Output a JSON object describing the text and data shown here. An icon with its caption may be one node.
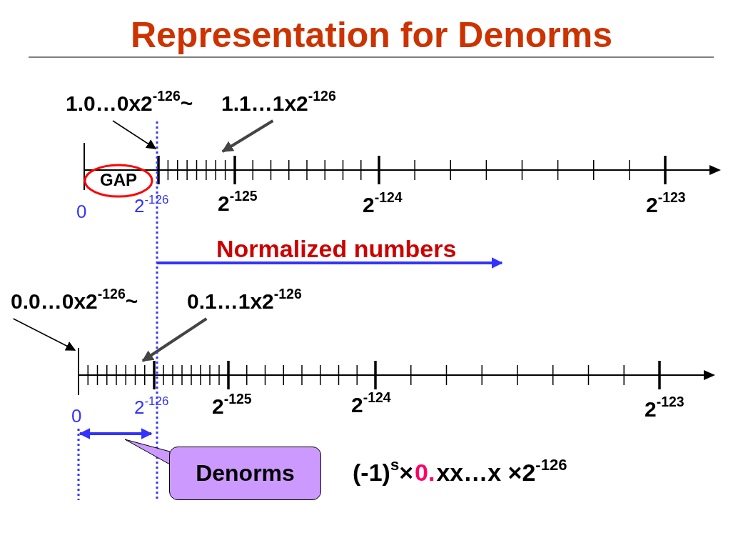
{
  "diagram": {
    "title": "Representation for Denorms",
    "nodes": [
      {
        "text": [
          "1.0…0x2$^{-126}$~"
        ]
      },
      {
        "text": [
          "1.1…1x2$^{-126}$"
        ]
      },
      {
        "text": [
          "GAP"
        ]
      },
      {
        "text": [
          "0.0…0x2$^{-126}$~"
        ]
      },
      {
        "text": [
          "0.1…1x2$^{-126}$"
        ]
      },
      {
        "text": [
          "Denorms"
        ]
      }
    ],
    "edges": [
      {
        "from": 0,
        "to": null,
        "arrow": "to"
      },
      {
        "from": 1,
        "to": null,
        "arrow": "to",
        "style": "thick",
        "color": "#444444"
      },
      {
        "from": 3,
        "to": null,
        "arrow": "to"
      },
      {
        "from": 4,
        "to": null,
        "arrow": "to",
        "style": "thick",
        "color": "#444444"
      },
      {
        "from": 5,
        "to": null,
        "arrow": "to"
      }
    ],
    "labels": [
      "0",
      "2$^{-126}$",
      "2$^{-125}$",
      "2$^{-124}$",
      "2$^{-123}$",
      "Normalized numbers",
      "0",
      "2$^{-126}$",
      "2$^{-125}$",
      "2$^{-124}$",
      "2$^{-123}$",
      "(-1)$^{s}$×",
      "0.",
      "xx…x ×2$^{-126}$"
    ]
  }
}
